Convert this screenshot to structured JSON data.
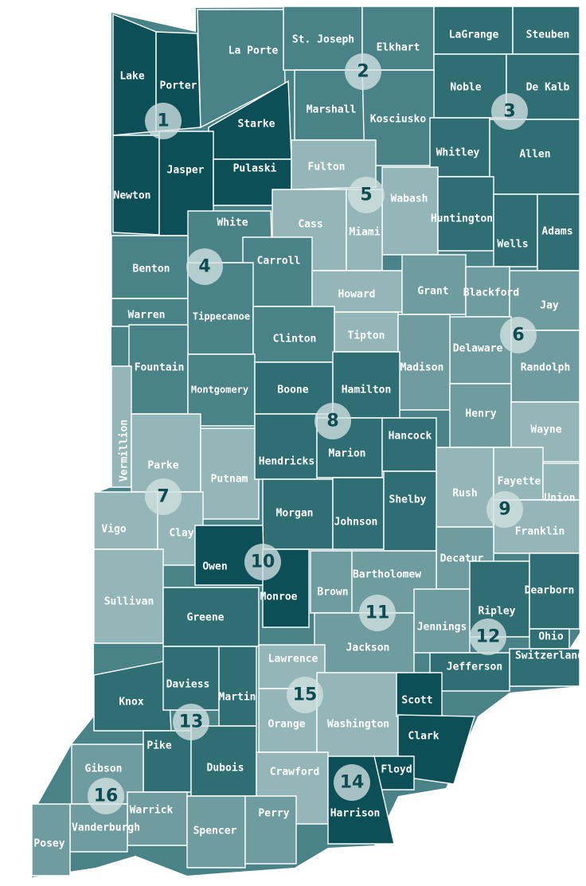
{
  "colors": {
    "dark": "#0d4f56",
    "medium": "#2f6f73",
    "mid": "#4a8387",
    "light": "#6f9c9f",
    "pale": "#94b6b8",
    "border": "#ffffff",
    "circle": "#d0e0e0",
    "region_text": "#0d4c52"
  },
  "counties": [
    {
      "name": "Lake",
      "tone": "dark"
    },
    {
      "name": "Porter",
      "tone": "dark"
    },
    {
      "name": "La Porte",
      "tone": "mid"
    },
    {
      "name": "St. Joseph",
      "tone": "mid"
    },
    {
      "name": "Elkhart",
      "tone": "mid"
    },
    {
      "name": "LaGrange",
      "tone": "medium"
    },
    {
      "name": "Steuben",
      "tone": "medium"
    },
    {
      "name": "Noble",
      "tone": "medium"
    },
    {
      "name": "De Kalb",
      "tone": "medium"
    },
    {
      "name": "Starke",
      "tone": "dark"
    },
    {
      "name": "Marshall",
      "tone": "mid"
    },
    {
      "name": "Kosciusko",
      "tone": "mid"
    },
    {
      "name": "Whitley",
      "tone": "medium"
    },
    {
      "name": "Allen",
      "tone": "medium"
    },
    {
      "name": "Newton",
      "tone": "dark"
    },
    {
      "name": "Jasper",
      "tone": "dark"
    },
    {
      "name": "Pulaski",
      "tone": "dark"
    },
    {
      "name": "Fulton",
      "tone": "pale"
    },
    {
      "name": "Wabash",
      "tone": "pale"
    },
    {
      "name": "Huntington",
      "tone": "medium"
    },
    {
      "name": "Wells",
      "tone": "medium"
    },
    {
      "name": "Adams",
      "tone": "medium"
    },
    {
      "name": "White",
      "tone": "mid"
    },
    {
      "name": "Cass",
      "tone": "pale"
    },
    {
      "name": "Miami",
      "tone": "pale"
    },
    {
      "name": "Benton",
      "tone": "mid"
    },
    {
      "name": "Carroll",
      "tone": "mid"
    },
    {
      "name": "Howard",
      "tone": "pale"
    },
    {
      "name": "Grant",
      "tone": "light"
    },
    {
      "name": "Blackford",
      "tone": "light"
    },
    {
      "name": "Jay",
      "tone": "light"
    },
    {
      "name": "Warren",
      "tone": "mid"
    },
    {
      "name": "Tippecanoe",
      "tone": "mid"
    },
    {
      "name": "Clinton",
      "tone": "mid"
    },
    {
      "name": "Tipton",
      "tone": "pale"
    },
    {
      "name": "Delaware",
      "tone": "light"
    },
    {
      "name": "Madison",
      "tone": "light"
    },
    {
      "name": "Randolph",
      "tone": "light"
    },
    {
      "name": "Fountain",
      "tone": "mid"
    },
    {
      "name": "Montgomery",
      "tone": "mid"
    },
    {
      "name": "Boone",
      "tone": "medium"
    },
    {
      "name": "Hamilton",
      "tone": "medium"
    },
    {
      "name": "Henry",
      "tone": "light"
    },
    {
      "name": "Wayne",
      "tone": "pale"
    },
    {
      "name": "Vermillion",
      "tone": "pale"
    },
    {
      "name": "Parke",
      "tone": "pale"
    },
    {
      "name": "Putnam",
      "tone": "pale"
    },
    {
      "name": "Hendricks",
      "tone": "medium"
    },
    {
      "name": "Marion",
      "tone": "medium"
    },
    {
      "name": "Hancock",
      "tone": "medium"
    },
    {
      "name": "Rush",
      "tone": "pale"
    },
    {
      "name": "Fayette",
      "tone": "pale"
    },
    {
      "name": "Union",
      "tone": "pale"
    },
    {
      "name": "Vigo",
      "tone": "pale"
    },
    {
      "name": "Clay",
      "tone": "pale"
    },
    {
      "name": "Morgan",
      "tone": "medium"
    },
    {
      "name": "Johnson",
      "tone": "medium"
    },
    {
      "name": "Shelby",
      "tone": "medium"
    },
    {
      "name": "Franklin",
      "tone": "pale"
    },
    {
      "name": "Decatur",
      "tone": "light"
    },
    {
      "name": "Owen",
      "tone": "dark"
    },
    {
      "name": "Monroe",
      "tone": "dark"
    },
    {
      "name": "Brown",
      "tone": "light"
    },
    {
      "name": "Bartholomew",
      "tone": "light"
    },
    {
      "name": "Sullivan",
      "tone": "pale"
    },
    {
      "name": "Greene",
      "tone": "medium"
    },
    {
      "name": "Jackson",
      "tone": "light"
    },
    {
      "name": "Jennings",
      "tone": "light"
    },
    {
      "name": "Ripley",
      "tone": "medium"
    },
    {
      "name": "Dearborn",
      "tone": "medium"
    },
    {
      "name": "Ohio",
      "tone": "medium"
    },
    {
      "name": "Switzerland",
      "tone": "medium"
    },
    {
      "name": "Jefferson",
      "tone": "medium"
    },
    {
      "name": "Lawrence",
      "tone": "pale"
    },
    {
      "name": "Knox",
      "tone": "medium"
    },
    {
      "name": "Daviess",
      "tone": "medium"
    },
    {
      "name": "Martin",
      "tone": "medium"
    },
    {
      "name": "Orange",
      "tone": "pale"
    },
    {
      "name": "Washington",
      "tone": "pale"
    },
    {
      "name": "Scott",
      "tone": "dark"
    },
    {
      "name": "Clark",
      "tone": "dark"
    },
    {
      "name": "Pike",
      "tone": "medium"
    },
    {
      "name": "Dubois",
      "tone": "medium"
    },
    {
      "name": "Crawford",
      "tone": "pale"
    },
    {
      "name": "Floyd",
      "tone": "dark"
    },
    {
      "name": "Harrison",
      "tone": "dark"
    },
    {
      "name": "Gibson",
      "tone": "light"
    },
    {
      "name": "Warrick",
      "tone": "light"
    },
    {
      "name": "Vanderburgh",
      "tone": "light"
    },
    {
      "name": "Spencer",
      "tone": "light"
    },
    {
      "name": "Perry",
      "tone": "light"
    },
    {
      "name": "Posey",
      "tone": "light"
    }
  ],
  "regions": [
    "1",
    "2",
    "3",
    "4",
    "5",
    "6",
    "7",
    "8",
    "9",
    "10",
    "11",
    "12",
    "13",
    "14",
    "15",
    "16"
  ]
}
